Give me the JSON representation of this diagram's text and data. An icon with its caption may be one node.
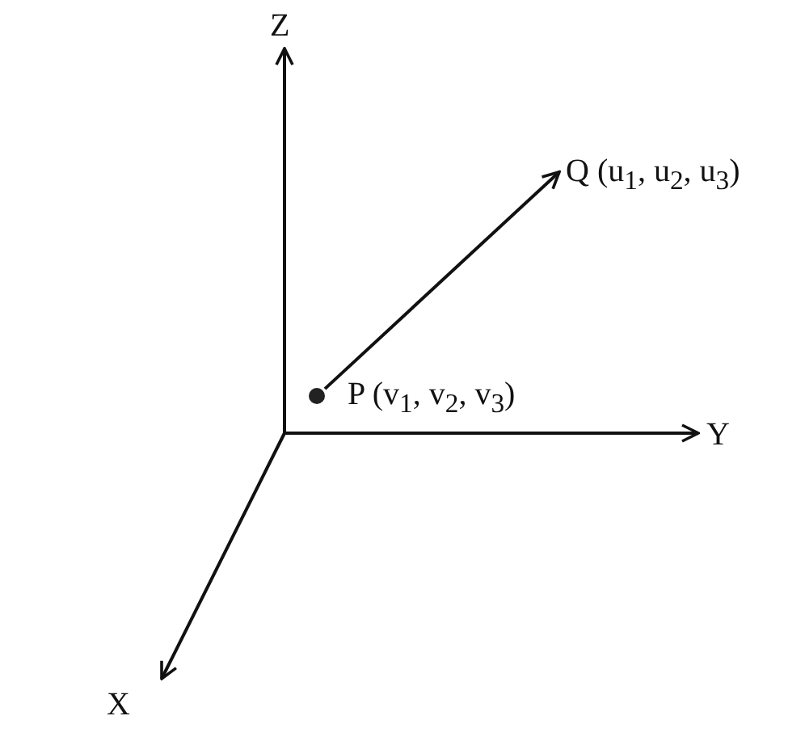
{
  "diagram": {
    "nodes": [
      {
        "text": [],
        "shape": "circle",
        "beside": [
          "P (v$_{1}$, v$_{2}$, v$_{3}$)"
        ]
      },
      {
        "text": [
          "Q (u$_{1}$, u$_{2}$, u$_{3}$)"
        ]
      }
    ],
    "edges": [
      {
        "from": 0,
        "to": 1,
        "arrow": "to"
      }
    ],
    "labels": [
      "Z",
      "Y",
      "X"
    ]
  }
}
